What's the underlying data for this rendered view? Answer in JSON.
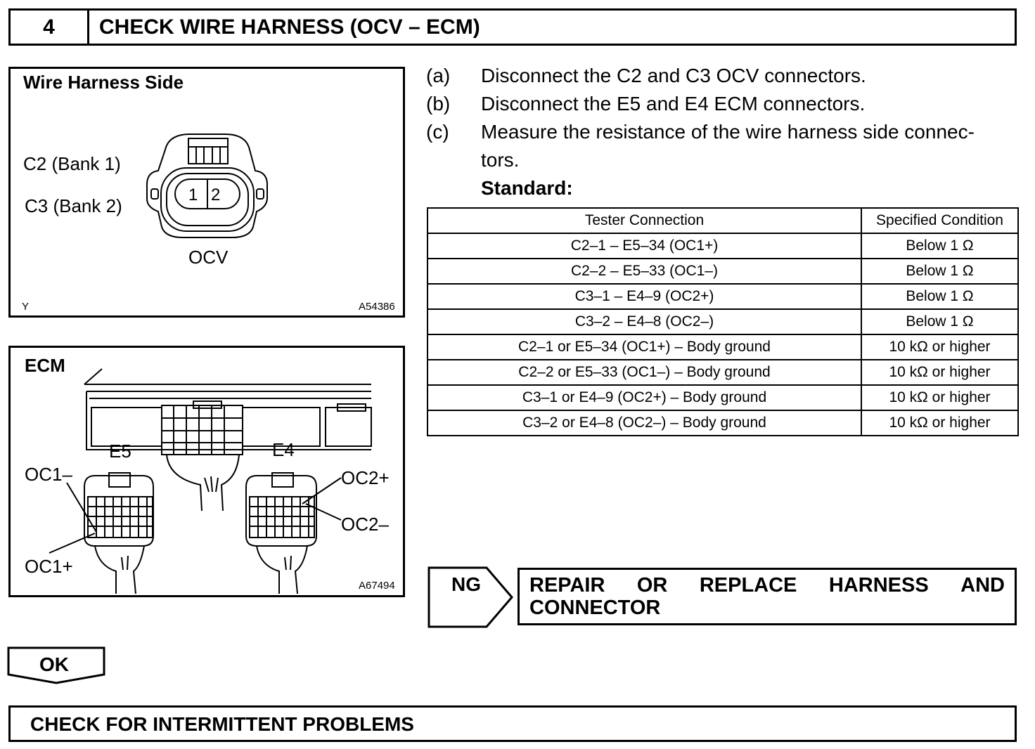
{
  "step": {
    "number": "4",
    "title": "CHECK WIRE HARNESS (OCV – ECM)"
  },
  "figure_ocv": {
    "title": "Wire Harness Side",
    "label_c2": "C2 (Bank 1)",
    "label_c3": "C3 (Bank 2)",
    "pin_1": "1",
    "pin_2": "2",
    "component": "OCV",
    "corner_mark": "Y",
    "figure_id": "A54386"
  },
  "figure_ecm": {
    "title": "ECM",
    "connector_e5": "E5",
    "connector_e4": "E4",
    "oc1_minus": "OC1–",
    "oc1_plus": "OC1+",
    "oc2_plus": "OC2+",
    "oc2_minus": "OC2–",
    "figure_id": "A67494"
  },
  "procedure": {
    "steps": [
      {
        "letter": "(a)",
        "text": "Disconnect the C2 and C3 OCV connectors."
      },
      {
        "letter": "(b)",
        "text": "Disconnect the E5 and E4 ECM connectors."
      },
      {
        "letter": "(c)",
        "text": "Measure the resistance of the wire harness side connec-",
        "text_cont": "tors."
      }
    ],
    "standard_label": "Standard:"
  },
  "table": {
    "headers": [
      "Tester Connection",
      "Specified Condition"
    ],
    "rows": [
      [
        "C2–1 – E5–34 (OC1+)",
        "Below 1 Ω"
      ],
      [
        "C2–2 – E5–33 (OC1–)",
        "Below 1 Ω"
      ],
      [
        "C3–1 – E4–9 (OC2+)",
        "Below 1 Ω"
      ],
      [
        "C3–2 – E4–8 (OC2–)",
        "Below 1 Ω"
      ],
      [
        "C2–1 or E5–34 (OC1+) – Body ground",
        "10 kΩ or higher"
      ],
      [
        "C2–2 or E5–33 (OC1–) – Body ground",
        "10 kΩ or higher"
      ],
      [
        "C3–1 or E4–9 (OC2+) – Body ground",
        "10 kΩ or higher"
      ],
      [
        "C3–2 or E4–8 (OC2–) – Body ground",
        "10 kΩ or higher"
      ]
    ]
  },
  "ng": {
    "label": "NG",
    "action_words": [
      "REPAIR",
      "OR",
      "REPLACE",
      "HARNESS",
      "AND"
    ],
    "action_line2": "CONNECTOR"
  },
  "ok": {
    "label": "OK"
  },
  "next_step": {
    "text": "CHECK FOR INTERMITTENT PROBLEMS"
  }
}
